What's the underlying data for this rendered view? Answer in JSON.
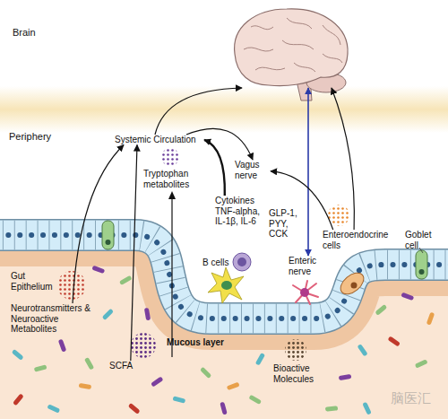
{
  "diagram": {
    "nodes": [
      {
        "text": [
          "Brain"
        ]
      },
      {
        "text": [
          "Systemic Circulation"
        ]
      },
      {
        "text": [
          "Vagus nerve"
        ]
      },
      {
        "text": [
          "Cytokines TNF-alpha, IL-1β, IL-6"
        ]
      },
      {
        "text": [
          "Enteroendocrine cells"
        ]
      },
      {
        "text": [
          "Enteric nerve"
        ]
      },
      {
        "text": [
          "Neurotransmitters & Neuroactive Metabolites"
        ]
      },
      {
        "text": [
          "SCFA"
        ]
      }
    ],
    "edges": [
      {
        "from": 6,
        "to": 1,
        "arrow": "to"
      },
      {
        "from": 7,
        "to": 1,
        "arrow": "to"
      },
      {
        "from": 3,
        "to": 1,
        "arrow": "to"
      },
      {
        "from": 1,
        "to": 0,
        "arrow": "to"
      },
      {
        "from": 1,
        "to": 2,
        "arrow": "to"
      },
      {
        "from": 5,
        "to": 0,
        "arrow": "both"
      },
      {
        "from": 4,
        "to": 2,
        "arrow": "to"
      },
      {
        "from": 4,
        "to": 0,
        "arrow": "to"
      }
    ],
    "labels": [
      "Periphery",
      "Tryptophan metabolites",
      "B cells",
      "GLP-1, PYY, CCK",
      "Goblet cell",
      "Gut Epithelium",
      "Mucous layer",
      "Bioactive Molecules",
      "脑医汇"
    ]
  }
}
